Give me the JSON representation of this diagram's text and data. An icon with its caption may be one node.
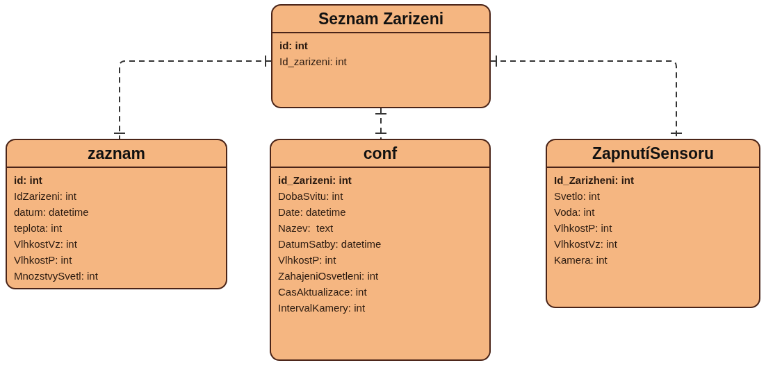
{
  "diagram": {
    "nodes": [
      {
        "text": [
          "Seznam Zarizeni",
          "id: int",
          "Id_zarizeni: int"
        ]
      },
      {
        "text": [
          "zaznam",
          "id: int",
          "IdZarizeni: int",
          "datum: datetime",
          "teplota: int",
          "VlhkostVz: int",
          "VlhkostP: int",
          "MnozstvySvetl: int"
        ]
      },
      {
        "text": [
          "conf",
          "id_Zarizeni: int",
          "DobaSvitu: int",
          "Date: datetime",
          "Nazev:  text",
          "DatumSatby: datetime",
          "VlhkostP: int",
          "ZahajeniOsvetleni: int",
          "CasAktualizace: int",
          "IntervalKamery: int"
        ]
      },
      {
        "text": [
          "ZapnutíSensoru",
          "Id_Zarizheni: int",
          "Svetlo: int",
          "Voda: int",
          "VlhkostP: int",
          "VlhkostVz: int",
          "Kamera: int"
        ]
      }
    ],
    "edges": [
      {
        "from": 0,
        "to": 1,
        "arrow": "other",
        "style": "dashed"
      },
      {
        "from": 0,
        "to": 2,
        "arrow": "other",
        "style": "dashed"
      },
      {
        "from": 0,
        "to": 3,
        "arrow": "other",
        "style": "dashed"
      }
    ]
  }
}
